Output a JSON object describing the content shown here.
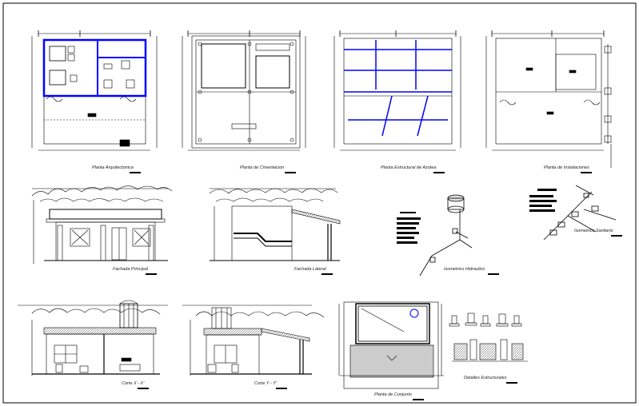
{
  "sheet": {
    "title": "",
    "drawings": {
      "planta_arquitectonica": "Planta Arquitectonica",
      "planta_cimentacion": "Planta de Cimentacion",
      "planta_azotea": "Planta Estructural de Azotea",
      "planta_instalaciones": "Planta de Instalaciones",
      "fachada_principal": "Fachada Principal",
      "fachada_lateral": "Fachada Lateral",
      "isometrico_hidraulico": "Isometrico Hidraulico",
      "isometrico_sanitario": "Isometrico Sanitario",
      "corte_x": "Corte X - X'",
      "corte_y": "Corte Y - Y'",
      "planta_conjunto": "Planta de Conjunto",
      "detalles_estructurales": "Detalles Estructurales"
    },
    "colors": {
      "line": "#000000",
      "highlight": "#0000ff",
      "background": "#ffffff"
    }
  }
}
